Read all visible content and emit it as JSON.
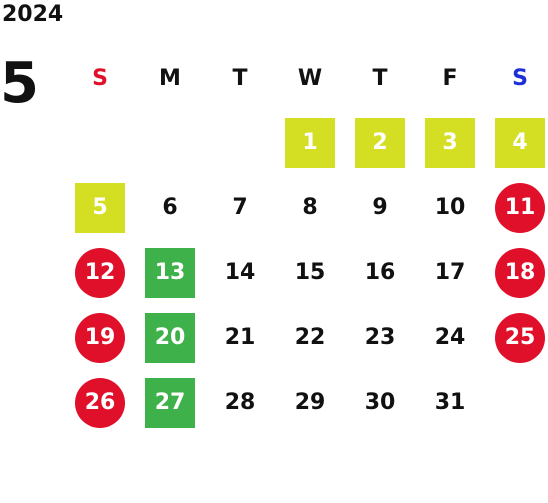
{
  "calendar": {
    "year": "2024",
    "month": "5",
    "weekdays": [
      {
        "label": "S",
        "color": "#e0102a"
      },
      {
        "label": "M",
        "color": "#111111"
      },
      {
        "label": "T",
        "color": "#111111"
      },
      {
        "label": "W",
        "color": "#111111"
      },
      {
        "label": "T",
        "color": "#111111"
      },
      {
        "label": "F",
        "color": "#111111"
      },
      {
        "label": "S",
        "color": "#1d2fd6"
      }
    ],
    "first_weekday_index": 3,
    "days_in_month": 31,
    "highlights": {
      "yellow": [
        1,
        2,
        3,
        4,
        5
      ],
      "green": [
        13,
        20,
        27
      ],
      "red": [
        11,
        12,
        18,
        19,
        25,
        26
      ]
    },
    "colors": {
      "yellow": "#d4df24",
      "green": "#3fb14a",
      "red": "#e0102a",
      "sunday": "#e0102a",
      "saturday": "#1d2fd6"
    }
  }
}
